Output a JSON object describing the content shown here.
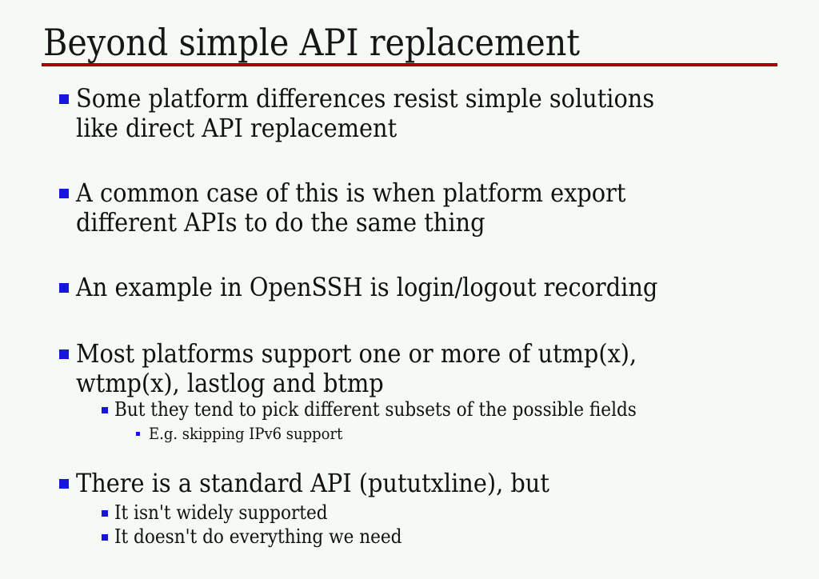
{
  "slide": {
    "title": "Beyond simple API replacement",
    "colors": {
      "background": "#f5faf5",
      "title_text": "#161616",
      "body_text": "#111111",
      "underline_red": "#aa0000",
      "bullet_blue": "#1515dd"
    },
    "bullets": [
      {
        "level": 1,
        "lines": [
          "Some platform differences resist simple solutions",
          "like direct API replacement"
        ]
      },
      {
        "level": 1,
        "lines": [
          "A common case of this is when platform export",
          "different APIs to do the same thing"
        ]
      },
      {
        "level": 1,
        "lines": [
          "An example in OpenSSH is login/logout recording"
        ]
      },
      {
        "level": 1,
        "lines": [
          "Most platforms support one or more of utmp(x),",
          "wtmp(x), lastlog and btmp"
        ]
      },
      {
        "level": 2,
        "lines": [
          "But they tend to pick different subsets of the possible fields"
        ]
      },
      {
        "level": 3,
        "lines": [
          "E.g. skipping IPv6 support"
        ]
      },
      {
        "level": 1,
        "lines": [
          "There is a standard API (pututxline), but"
        ]
      },
      {
        "level": 2,
        "lines": [
          "It isn't widely supported"
        ]
      },
      {
        "level": 2,
        "lines": [
          "It doesn't do everything we need"
        ]
      }
    ]
  }
}
